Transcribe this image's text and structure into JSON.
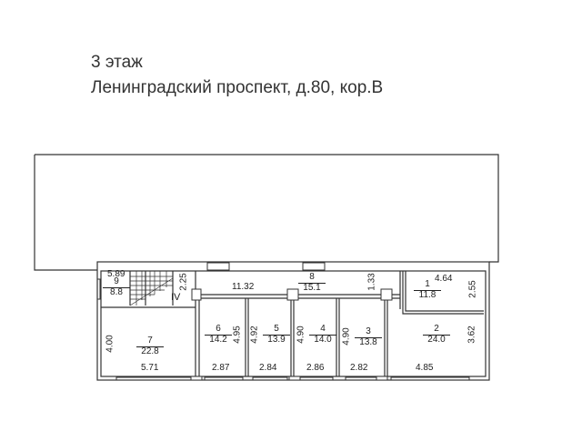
{
  "header": {
    "floor": "3 этаж",
    "address": "Ленинградский проспект, д.80, кор.В"
  },
  "rooms": [
    {
      "no": "1",
      "area": "11.8"
    },
    {
      "no": "2",
      "area": "24.0"
    },
    {
      "no": "3",
      "area": "13.8"
    },
    {
      "no": "4",
      "area": "14.0"
    },
    {
      "no": "5",
      "area": "13.9"
    },
    {
      "no": "6",
      "area": "14.2"
    },
    {
      "no": "7",
      "area": "22.8"
    },
    {
      "no": "8",
      "area": "15.1"
    },
    {
      "no": "9",
      "area": "8.8"
    }
  ],
  "dimensions": {
    "r9_w": "5.89",
    "stair_h": "2.25",
    "stair_label": "IV",
    "corr_len": "11.32",
    "r1_w": "4.64",
    "r1_h": "2.55",
    "corr_h": "1.33",
    "r7_h": "4.00",
    "r7_w": "5.71",
    "r6_h": "4.95",
    "r6_w": "2.87",
    "r5_h": "4.92",
    "r5_w": "2.84",
    "r4_h": "4.90",
    "r4_w": "2.86",
    "r3_h": "4.90",
    "r3_w": "2.82",
    "r2_h": "3.62",
    "r2_w": "4.85"
  }
}
